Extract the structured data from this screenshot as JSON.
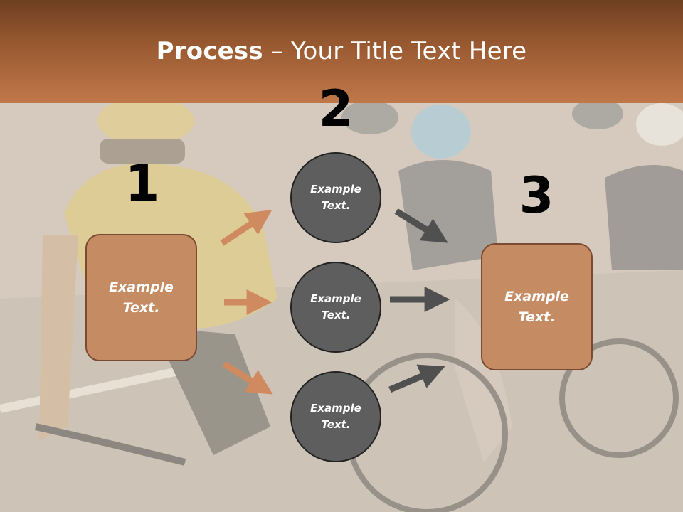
{
  "title": {
    "bold": "Process",
    "separator": " – ",
    "rest": "Your Title Text Here"
  },
  "numbers": {
    "step1": "1",
    "step2": "2",
    "step3": "3"
  },
  "left_box": {
    "text": "Example\nText."
  },
  "circles": [
    {
      "text": "Example\nText."
    },
    {
      "text": "Example\nText."
    },
    {
      "text": "Example\nText."
    }
  ],
  "right_box": {
    "text": "Example\nText."
  },
  "colors": {
    "header": "#9a5a31",
    "box_fill": "#c58c64",
    "circle_fill": "#5e5e5e",
    "orange_arrow": "#cf8a60",
    "dark_arrow": "#505050"
  }
}
